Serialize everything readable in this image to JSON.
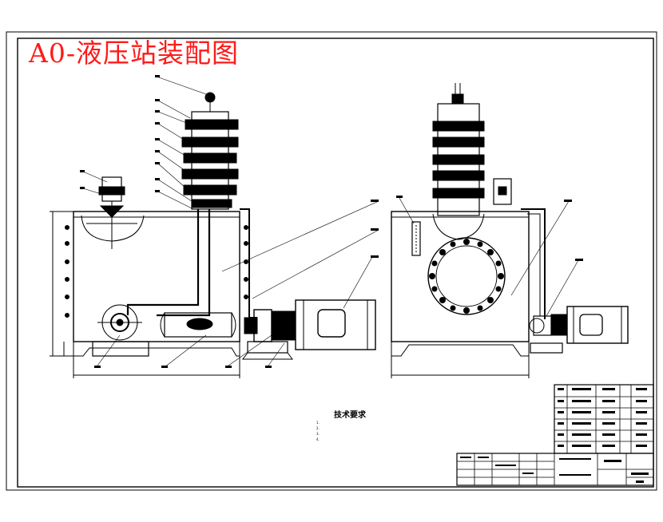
{
  "drawing": {
    "title": "A0-液压站装配图",
    "title_color": "#ff1a1a",
    "line_color": "#000000"
  },
  "technical_requirements": {
    "heading": "技术要求",
    "items": [
      "1.",
      "2.",
      "3.",
      "4."
    ]
  }
}
